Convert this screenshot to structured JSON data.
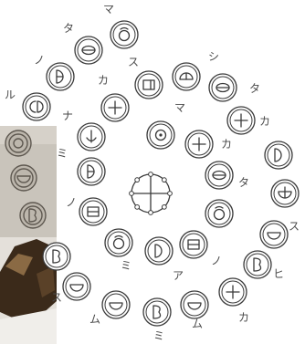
{
  "labels": [
    "マ",
    "タ",
    "ノ",
    "ル",
    "ス",
    "シ",
    "カ",
    "タ",
    "ナ",
    "マ",
    "カ",
    "カ",
    "ミ",
    "タ",
    "ノ",
    "ス",
    "ミ",
    "ア",
    "ノ",
    "ヒ",
    "ス",
    "ム",
    "ミ",
    "ム",
    "カ"
  ],
  "glyphs": [
    "ring",
    "bar",
    "d-split",
    "oval-split",
    "b-shape",
    "half-bowl",
    "half-bowl",
    "b-shape",
    "half-bowl",
    "cross",
    "b-shape",
    "half-bowl",
    "bowl-line",
    "d-shape",
    "cross",
    "bar",
    "half-circle",
    "box-d",
    "cross",
    "arrow-down",
    "d-split",
    "box",
    "ring",
    "d-shape",
    "box",
    "ring",
    "bar",
    "cross",
    "ring-dot"
  ],
  "center_glyph": "sun-cross",
  "colors": {
    "ink": "#3a3a3a",
    "paper": "#ffffff"
  }
}
